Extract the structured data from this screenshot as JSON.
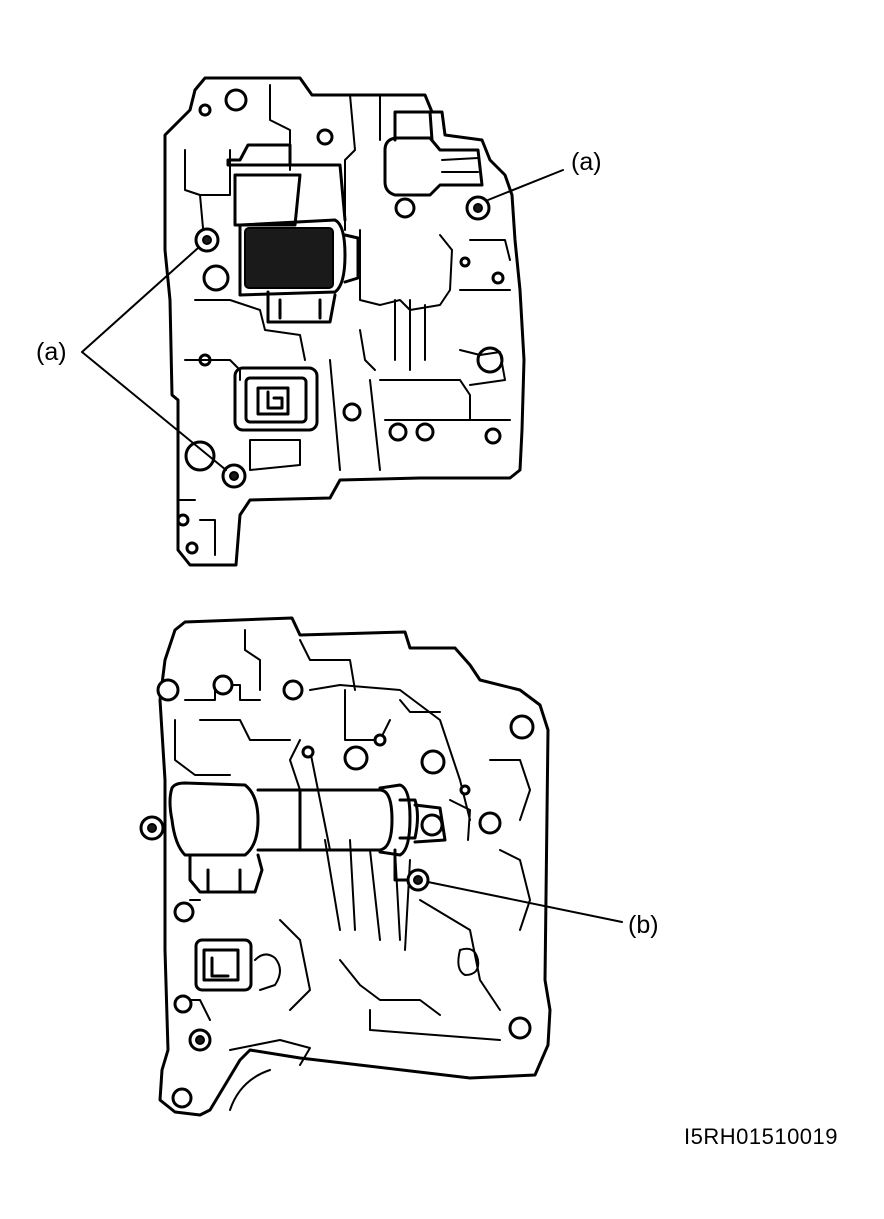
{
  "labels": {
    "callout_a_top_right": "(a)",
    "callout_a_left": "(a)",
    "callout_b": "(b)"
  },
  "figure_code": "I5RH01510019"
}
